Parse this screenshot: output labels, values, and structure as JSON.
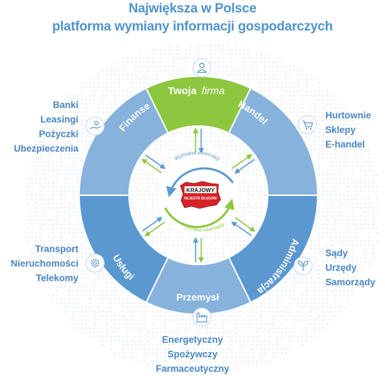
{
  "header": {
    "line1": "Największa w Polsce",
    "line2": "platforma wymiany informacji gospodarczych"
  },
  "segments": {
    "top": {
      "bold": "Twoja",
      "light": "firma"
    },
    "handel": "Handel",
    "administracja": "Administracja",
    "przemysl": "Przemysł",
    "uslugi": "Usługi",
    "finanse": "Finanse"
  },
  "lists": {
    "finanse": [
      "Banki",
      "Leasingi",
      "Pożyczki",
      "Ubezpieczenia"
    ],
    "handel": [
      "Hurtownie",
      "Sklepy",
      "E-handel"
    ],
    "uslugi": [
      "Transport",
      "Nieruchomości",
      "Telekomy"
    ],
    "administracja": [
      "Sądy",
      "Urzędy",
      "Samorządy"
    ],
    "przemysl": [
      "Energetyczny",
      "Spożywczy",
      "Farmaceutyczny"
    ]
  },
  "center": {
    "exchange_top": "Wymiana informacji",
    "exchange_bottom": "Wymiana informacji",
    "logo_line1": "KRAJOWY",
    "logo_line2": "REJESTR DŁUGÓW"
  },
  "icons": [
    "user-icon",
    "cart-icon",
    "plant-icon",
    "factory-icon",
    "gear-icon",
    "hand-coin-icon"
  ],
  "colors": {
    "title": "#4e93cd",
    "ring_light": "#86b2dc",
    "ring_dark": "#5b98cf",
    "top_segment": "#8dc63f",
    "arrow_blue": "#5b98cf",
    "arrow_green": "#8dc63f",
    "logo_red": "#d6232a"
  }
}
